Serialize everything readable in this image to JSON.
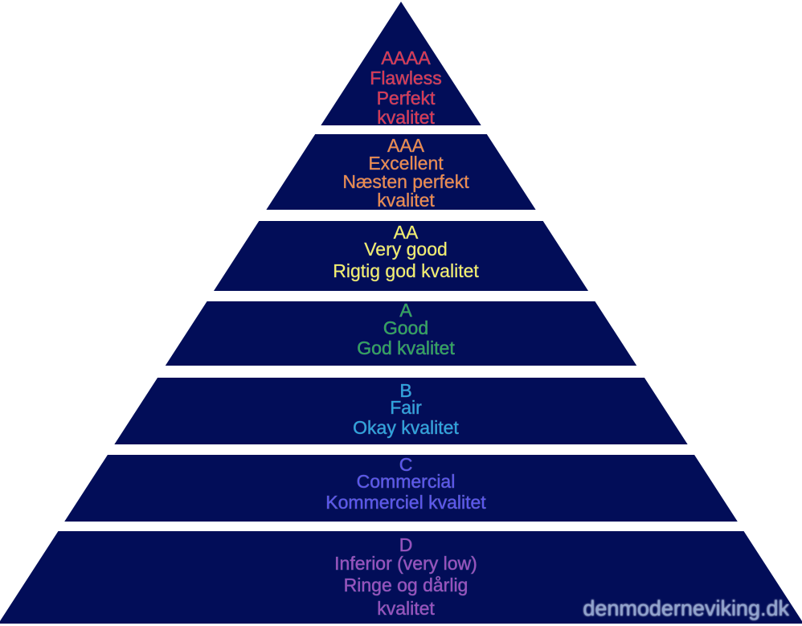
{
  "pyramid": {
    "fill_color": "#020d58",
    "tiers": [
      {
        "name": "aaaa",
        "color": "#e03550",
        "lines": [
          "AAAA",
          "Flawless",
          "Perfekt",
          "kvalitet"
        ]
      },
      {
        "name": "aaa",
        "color": "#f08a4a",
        "lines": [
          "AAA",
          "Excellent",
          "Næsten perfekt",
          "kvalitet"
        ]
      },
      {
        "name": "aa",
        "color": "#f4f06a",
        "lines": [
          "AA",
          "Very good",
          "Rigtig god kvalitet"
        ]
      },
      {
        "name": "a",
        "color": "#2fa85a",
        "lines": [
          "A",
          "Good",
          "God kvalitet"
        ]
      },
      {
        "name": "b",
        "color": "#2aa6e0",
        "lines": [
          "B",
          "Fair",
          "Okay kvalitet"
        ]
      },
      {
        "name": "c",
        "color": "#5a55f0",
        "lines": [
          "C",
          "Commercial",
          "Kommerciel kvalitet"
        ]
      },
      {
        "name": "d",
        "color": "#9a4fc0",
        "lines": [
          "D",
          "Inferior (very low)",
          "Ringe og dårlig",
          "kvalitet"
        ]
      }
    ]
  },
  "watermark": {
    "text": "denmoderneviking.dk"
  }
}
